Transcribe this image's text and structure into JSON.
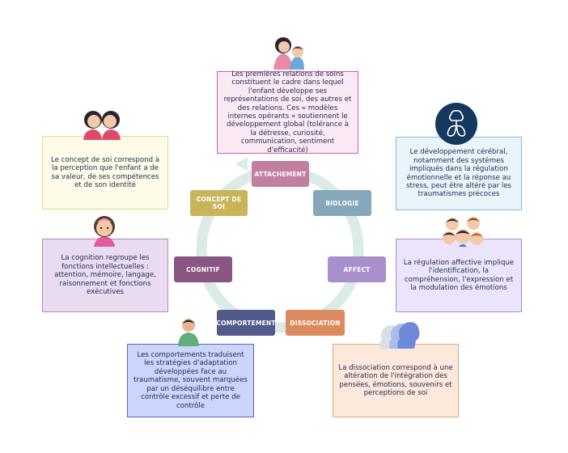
{
  "nodes": {
    "attachement": "ATTACHEMENT",
    "biologie": "BIOLOGIE",
    "affect": "AFFECT",
    "dissociation": "DISSOCIATION",
    "comportement": "COMPORTEMENT",
    "cognitif": "COGNITIF",
    "concept_de_soi": "CONCEPT DE SOI"
  },
  "descriptions": {
    "attachement": "Les premières relations de soins constituent le cadre dans lequel l'enfant développe ses représentations de soi, des autres et des relations. Ces « modèles internes opérants » soutiennent le développement global (tolérance à la détresse, curiosité, communication, sentiment d'efficacité)",
    "biologie": "Le développement cérébral, notamment des systèmes impliqués dans la régulation émotionnelle et la réponse au stress, peut être altéré par les traumatismes précoces",
    "affect": "La régulation affective implique l'identification, la compréhension, l'expression et la modulation des émotions",
    "dissociation": "La dissociation correspond à une altération de l'intégration des pensées, émotions, souvenirs et perceptions de soi",
    "comportement": "Les comportements traduisent les stratégies d'adaptation développées face au traumatisme, souvent marquées par un déséquilibre entre contrôle excessif et perte de contrôle",
    "cognitif": "La cognition regroupe les fonctions intellectuelles : attention, mémoire, langage, raisonnement et fonctions exécutives",
    "concept_de_soi": "Le concept de soi correspond à la perception que l'enfant a de sa valeur, de ses compétences et de son identité"
  },
  "colors": {
    "attachement": "#c27f9f",
    "biologie": "#84a7ba",
    "affect": "#a990cd",
    "dissociation": "#dc8a5f",
    "comportement": "#525a8c",
    "cognitif": "#8a5583",
    "concept_de_soi": "#cab45a",
    "ring": "#dbece7"
  },
  "icons": {
    "attachement": "mother-child-icon",
    "biologie": "brain-lungs-icon",
    "affect": "emotions-faces-icon",
    "dissociation": "fading-heads-icon",
    "comportement": "person-icon",
    "cognitif": "thinking-girl-icon",
    "concept_de_soi": "mirror-girl-icon"
  }
}
